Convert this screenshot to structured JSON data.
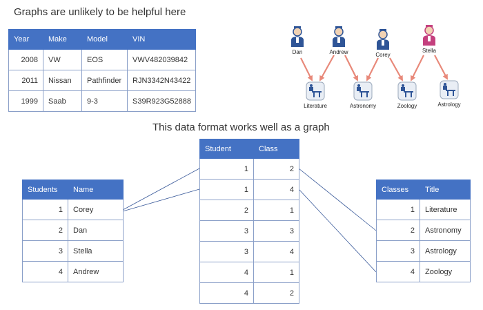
{
  "top_caption": "Graphs are unlikely to be helpful here",
  "middle_caption": "This data format works well as a graph",
  "cars_table": {
    "headers": [
      "Year",
      "Make",
      "Model",
      "VIN"
    ],
    "rows": [
      [
        "2008",
        "VW",
        "EOS",
        "VWV482039842"
      ],
      [
        "2011",
        "Nissan",
        "Pathfinder",
        "RJN3342N43422"
      ],
      [
        "1999",
        "Saab",
        "9-3",
        "S39R923G52888"
      ]
    ]
  },
  "students_table": {
    "headers": [
      "Students",
      "Name"
    ],
    "rows": [
      [
        "1",
        "Corey"
      ],
      [
        "2",
        "Dan"
      ],
      [
        "3",
        "Stella"
      ],
      [
        "4",
        "Andrew"
      ]
    ]
  },
  "student_class_table": {
    "headers": [
      "Student",
      "Class"
    ],
    "rows": [
      [
        "1",
        "2"
      ],
      [
        "1",
        "4"
      ],
      [
        "2",
        "1"
      ],
      [
        "3",
        "3"
      ],
      [
        "3",
        "4"
      ],
      [
        "4",
        "1"
      ],
      [
        "4",
        "2"
      ]
    ]
  },
  "classes_table": {
    "headers": [
      "Classes",
      "Title"
    ],
    "rows": [
      [
        "1",
        "Literature"
      ],
      [
        "2",
        "Astronomy"
      ],
      [
        "3",
        "Astrology"
      ],
      [
        "4",
        "Zoology"
      ]
    ]
  },
  "graph": {
    "people": [
      "Dan",
      "Andrew",
      "Corey",
      "Stella"
    ],
    "classes": [
      "Literature",
      "Astronomy",
      "Zoology",
      "Astrology"
    ],
    "edges": [
      [
        "Dan",
        "Literature"
      ],
      [
        "Andrew",
        "Literature"
      ],
      [
        "Andrew",
        "Astronomy"
      ],
      [
        "Corey",
        "Astronomy"
      ],
      [
        "Corey",
        "Zoology"
      ],
      [
        "Stella",
        "Zoology"
      ],
      [
        "Stella",
        "Astrology"
      ]
    ]
  },
  "colors": {
    "header": "#4472c4",
    "arrow": "#e8897a",
    "connector": "#3a5a9a",
    "female_icon": "#c4407e",
    "male_icon": "#2f5597"
  }
}
